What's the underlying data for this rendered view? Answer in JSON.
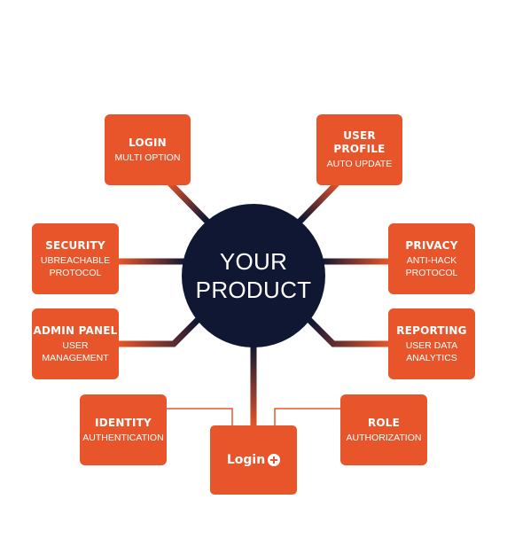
{
  "center": {
    "label": "YOUR\nPRODUCT"
  },
  "nodes": {
    "login": {
      "title": "LOGIN",
      "subtitle": "MULTI OPTION"
    },
    "user_profile": {
      "title": "USER PROFILE",
      "subtitle": "AUTO UPDATE"
    },
    "security": {
      "title": "SECURITY",
      "subtitle": "UBREACHABLE\nPROTOCOL"
    },
    "privacy": {
      "title": "PRIVACY",
      "subtitle": "ANTI-HACK\nPROTOCOL"
    },
    "admin_panel": {
      "title": "ADMIN PANEL",
      "subtitle": "USER\nMANAGEMENT"
    },
    "reporting": {
      "title": "REPORTING",
      "subtitle": "USER DATA\nANALYTICS"
    },
    "identity": {
      "title": "IDENTITY",
      "subtitle": "AUTHENTICATION"
    },
    "role": {
      "title": "ROLE",
      "subtitle": "AUTHORIZATION"
    }
  },
  "login_button": {
    "label": "Login"
  },
  "colors": {
    "node": "#e8552a",
    "center": "#0f1733",
    "background": "#ffffff"
  }
}
